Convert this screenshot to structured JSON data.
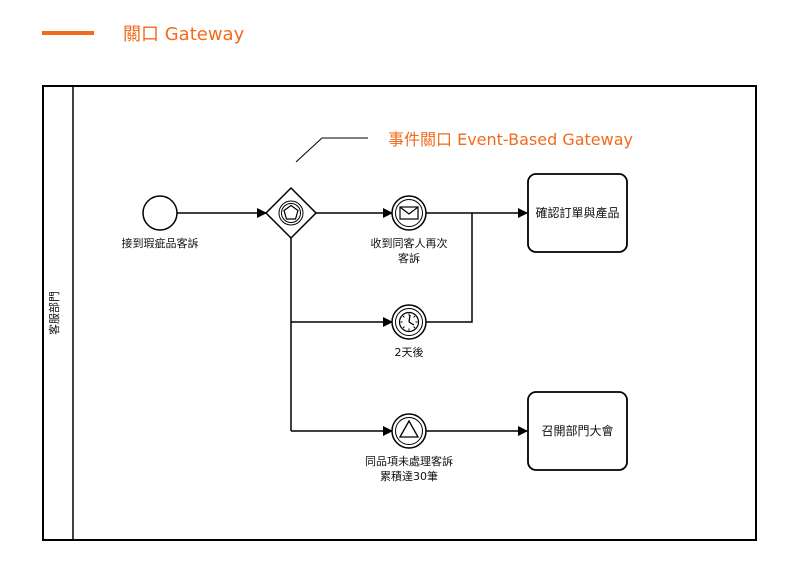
{
  "header": {
    "title": "關口 Gateway",
    "accent_color": "#F26A1B"
  },
  "diagram": {
    "lane_label": "客服部門",
    "callout": "事件關口 Event-Based Gateway",
    "start_event": {
      "label": "接到瑕疵品客訴",
      "icon": "start-event-circle"
    },
    "gateway": {
      "icon": "event-based-gateway-pentagon"
    },
    "events": [
      {
        "lines": [
          "收到同客人再次",
          "客訴"
        ],
        "icon": "envelope-icon"
      },
      {
        "lines": [
          "2天後"
        ],
        "icon": "clock-icon"
      },
      {
        "lines": [
          "同品項未處理客訴",
          "累積達30筆"
        ],
        "icon": "triangle-signal-icon"
      }
    ],
    "tasks": [
      {
        "label": "確認訂單與產品"
      },
      {
        "label": "召開部門大會"
      }
    ]
  }
}
